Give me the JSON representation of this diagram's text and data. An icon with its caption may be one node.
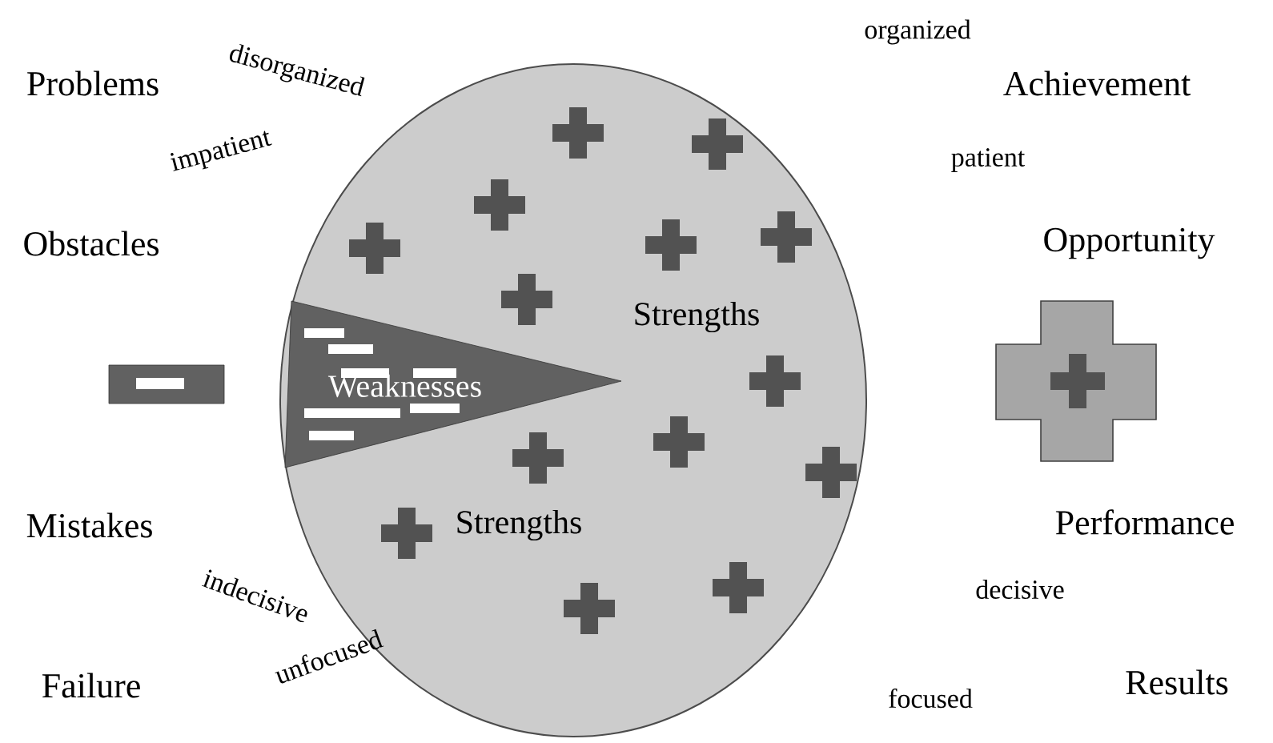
{
  "diagram": {
    "nodes": [
      {
        "text": [
          "Strengths",
          "Strengths"
        ]
      },
      {
        "text": [
          "Weaknesses"
        ],
        "in": 0
      }
    ],
    "labels": [
      "Problems",
      "disorganized",
      "organized",
      "Achievement",
      "impatient",
      "patient",
      "Obstacles",
      "Opportunity",
      "Mistakes",
      "Performance",
      "indecisive",
      "decisive",
      "Failure",
      "unfocused",
      "focused",
      "Results"
    ]
  }
}
